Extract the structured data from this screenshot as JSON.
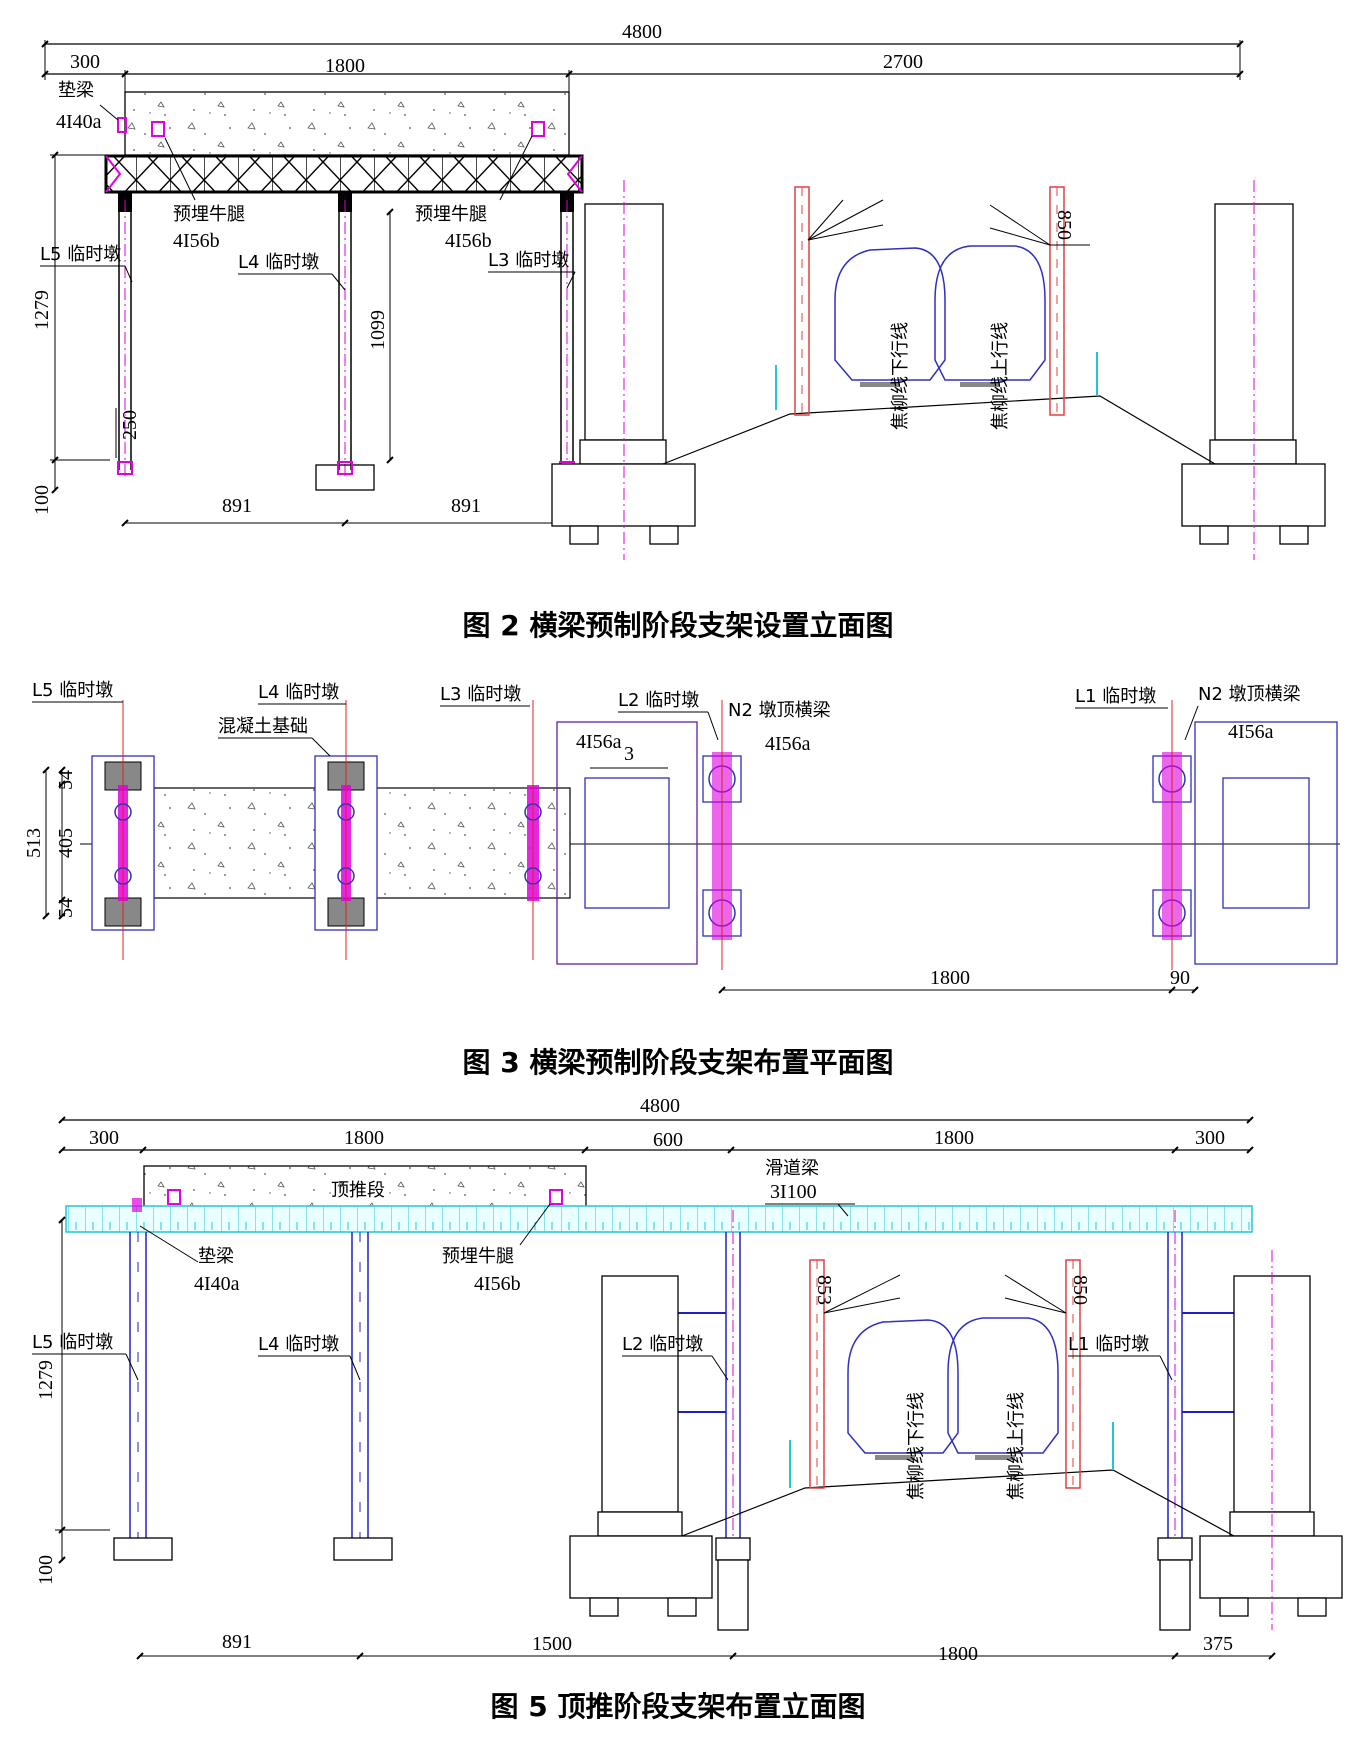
{
  "fig2": {
    "caption": "图 2  横梁预制阶段支架设置立面图",
    "dim_total": "4800",
    "dim_300": "300",
    "dim_1800": "1800",
    "dim_2700": "2700",
    "dim_1279": "1279",
    "dim_1099": "1099",
    "dim_250": "250",
    "dim_100": "100",
    "dim_891a": "891",
    "dim_891b": "891",
    "label_pad": "垫梁",
    "label_pad_spec": "4I40a",
    "label_corbel1": "预埋牛腿",
    "label_corbel1_spec": "4I56b",
    "label_corbel2": "预埋牛腿",
    "label_corbel2_spec": "4I56b",
    "label_L5": "L5 临时墩",
    "label_L4": "L4 临时墩",
    "label_L3": "L3 临时墩",
    "label_down": "焦柳线下行线",
    "label_up": "焦柳线上行线",
    "label_850": "850"
  },
  "fig3": {
    "caption": "图 3  横梁预制阶段支架布置平面图",
    "label_L5": "L5 临时墩",
    "label_L4": "L4 临时墩",
    "label_L3": "L3 临时墩",
    "label_L2": "L2 临时墩",
    "label_L1": "L1 临时墩",
    "label_N2a": "N2 墩顶横梁",
    "label_N2b": "N2 墩顶横梁",
    "label_found": "混凝土基础",
    "label_spec1": "4I56a",
    "label_spec1_sub": "3",
    "label_spec2": "4I56a",
    "label_spec3": "4I56a",
    "dim_513": "513",
    "dim_54a": "54",
    "dim_405": "405",
    "dim_54b": "54",
    "dim_1800": "1800",
    "dim_90": "90"
  },
  "fig5": {
    "caption": "图 5  顶推阶段支架布置立面图",
    "dim_total": "4800",
    "dim_300a": "300",
    "dim_1800a": "1800",
    "dim_600": "600",
    "dim_1800b": "1800",
    "dim_300b": "300",
    "dim_1279": "1279",
    "dim_100": "100",
    "dim_891": "891",
    "dim_1500": "1500",
    "dim_1800c": "1800",
    "dim_375": "375",
    "label_push": "顶推段",
    "label_slide": "滑道梁",
    "label_slide_spec": "3I100",
    "label_pad": "垫梁",
    "label_pad_spec": "4I40a",
    "label_corbel": "预埋牛腿",
    "label_corbel_spec": "4I56b",
    "label_L5": "L5 临时墩",
    "label_L4": "L4 临时墩",
    "label_L2": "L2 临时墩",
    "label_L1": "L1 临时墩",
    "label_down": "焦柳线下行线",
    "label_up": "焦柳线上行线",
    "label_853": "853",
    "label_850": "850"
  }
}
